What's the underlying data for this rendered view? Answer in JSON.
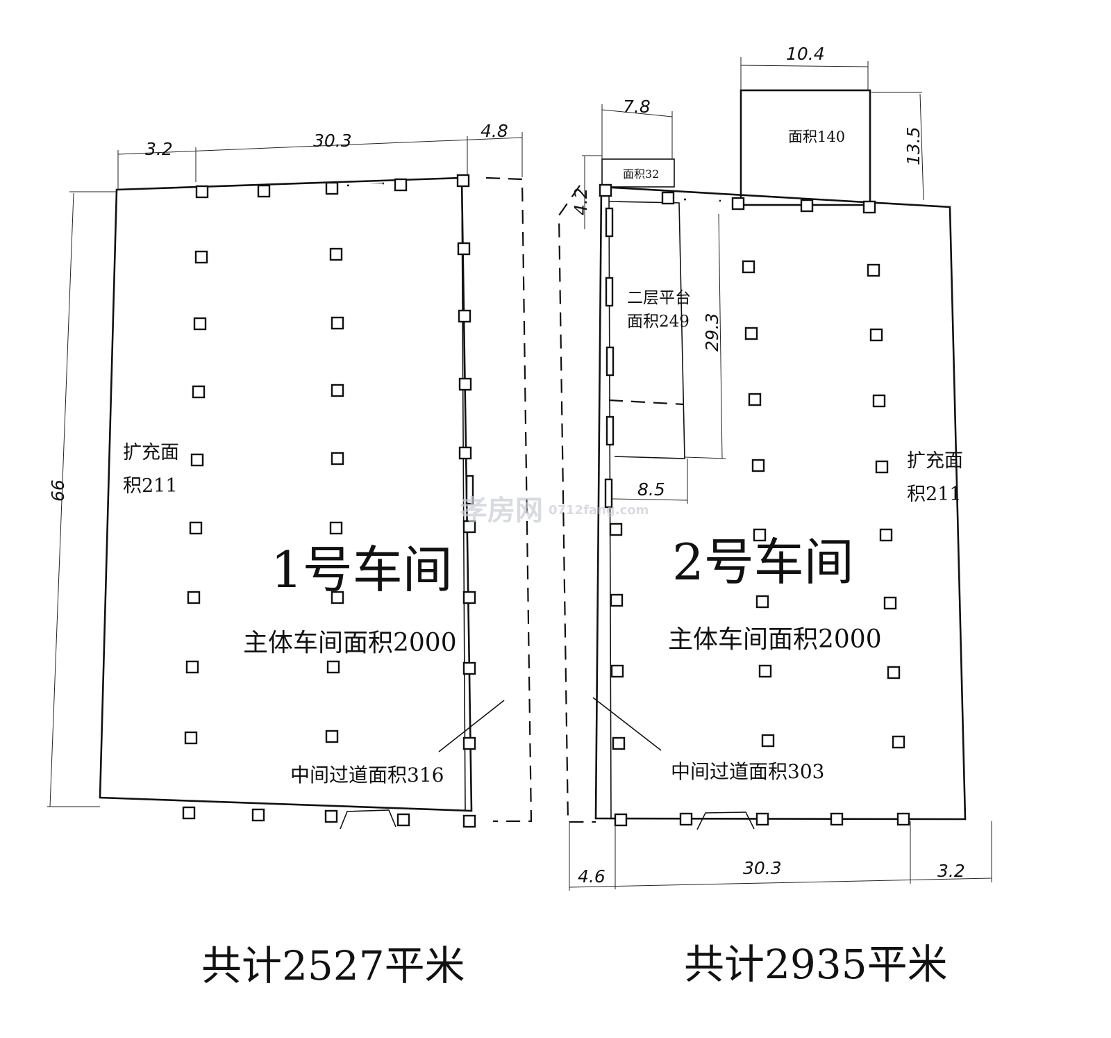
{
  "workshop_1": {
    "title": "1号车间",
    "main_area": "主体车间面积2000",
    "expansion_area": [
      "扩充面",
      "积211"
    ],
    "corridor": "中间过道面积316",
    "total": "共计2527平米",
    "dims": {
      "top_left": "3.2",
      "top_mid": "30.3",
      "top_right": "4.8",
      "height": "66"
    }
  },
  "workshop_2": {
    "title": "2号车间",
    "main_area": "主体车间面积2000",
    "expansion_area": [
      "扩充面",
      "积211"
    ],
    "corridor": "中间过道面积303",
    "platform": [
      "二层平台",
      "面积249"
    ],
    "annex_small": "面积32",
    "annex_large": "面积140",
    "total": "共计2935平米",
    "dims": {
      "annex_large_width": "10.4",
      "annex_small_width": "7.8",
      "annex_large_height": "13.5",
      "annex_small_height": "4.2",
      "platform_height": "29.3",
      "platform_width": "8.5",
      "bottom_left": "4.6",
      "bottom_mid": "30.3",
      "bottom_right": "3.2"
    }
  },
  "watermark": {
    "logo": "孝房网",
    "url": "0712fang.com"
  }
}
